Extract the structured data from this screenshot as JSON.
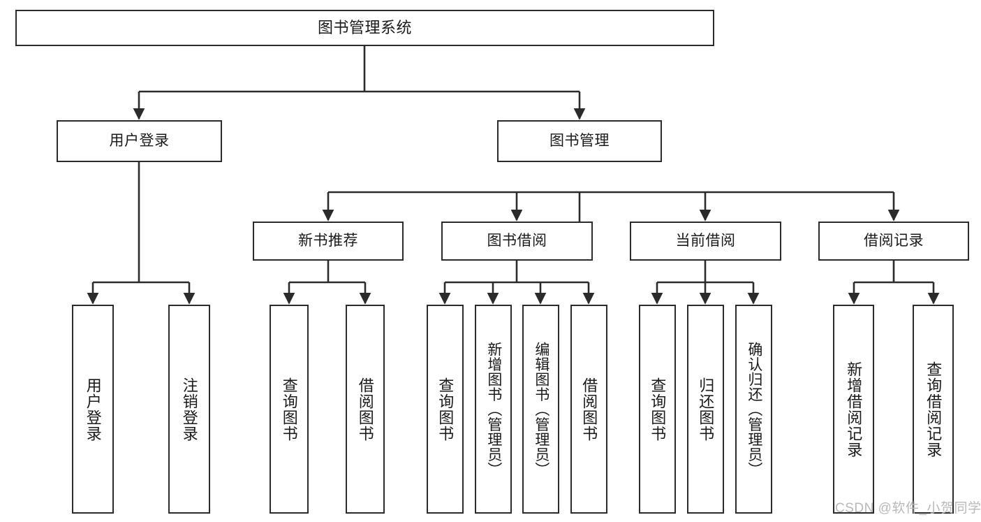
{
  "diagram": {
    "type": "tree",
    "title": "图书管理系统",
    "orientation": "top-down",
    "levels": 4,
    "colors": {
      "box_border": "#2b2b2b",
      "box_fill": "#ffffff",
      "connector": "#2b2b2b",
      "text": "#1a1a1a",
      "background": "#ffffff",
      "watermark": "#b9b9b9"
    }
  },
  "nodes": {
    "root": {
      "label": "图书管理系统"
    },
    "level2": [
      {
        "id": "user-login",
        "label": "用户登录"
      },
      {
        "id": "book-manage",
        "label": "图书管理"
      }
    ],
    "level3": [
      {
        "id": "new-book-recommend",
        "label": "新书推荐"
      },
      {
        "id": "book-borrow",
        "label": "图书借阅"
      },
      {
        "id": "current-borrow",
        "label": "当前借阅"
      },
      {
        "id": "borrow-record",
        "label": "借阅记录"
      }
    ],
    "leaves": [
      {
        "id": "leaf-user-login",
        "parent": "user-login",
        "label": "用户登录"
      },
      {
        "id": "leaf-logout",
        "parent": "user-login",
        "label": "注销登录"
      },
      {
        "id": "leaf-query-book-1",
        "parent": "new-book-recommend",
        "label": "查询图书"
      },
      {
        "id": "leaf-borrow-book-1",
        "parent": "new-book-recommend",
        "label": "借阅图书"
      },
      {
        "id": "leaf-query-book-2",
        "parent": "book-borrow",
        "label": "查询图书"
      },
      {
        "id": "leaf-add-book",
        "parent": "book-borrow",
        "label": "新增图书（管理员）"
      },
      {
        "id": "leaf-edit-book",
        "parent": "book-borrow",
        "label": "编辑图书（管理员）"
      },
      {
        "id": "leaf-borrow-book-2",
        "parent": "book-borrow",
        "label": "借阅图书"
      },
      {
        "id": "leaf-query-book-3",
        "parent": "current-borrow",
        "label": "查询图书"
      },
      {
        "id": "leaf-return-book",
        "parent": "current-borrow",
        "label": "归还图书"
      },
      {
        "id": "leaf-confirm-return",
        "parent": "current-borrow",
        "label": "确认归还（管理员）"
      },
      {
        "id": "leaf-add-record",
        "parent": "borrow-record",
        "label": "新增借阅记录"
      },
      {
        "id": "leaf-query-record",
        "parent": "borrow-record",
        "label": "查询借阅记录"
      }
    ]
  },
  "watermark": {
    "text": "CSDN @软件_小贺同学"
  }
}
